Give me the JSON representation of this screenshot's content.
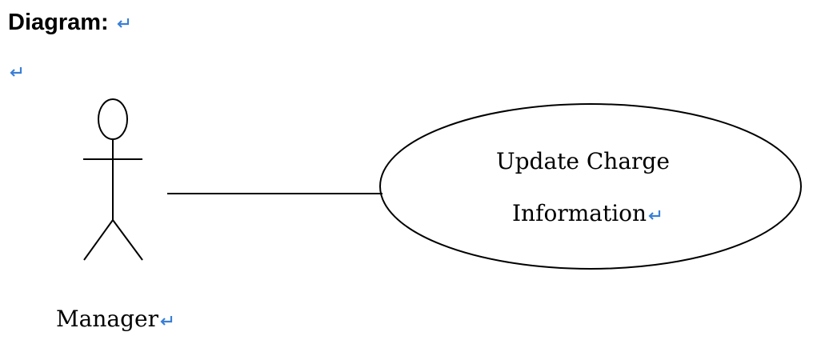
{
  "document": {
    "heading": "Diagram:"
  },
  "diagram": {
    "actor": {
      "label": "Manager"
    },
    "use_case": {
      "line1": "Update Charge",
      "line2": "Information"
    }
  },
  "icons": {
    "paragraph_mark": "paragraph-return-icon"
  },
  "colors": {
    "text": "#000000",
    "paragraph_mark": "#3a7fd6",
    "stroke": "#000000"
  }
}
